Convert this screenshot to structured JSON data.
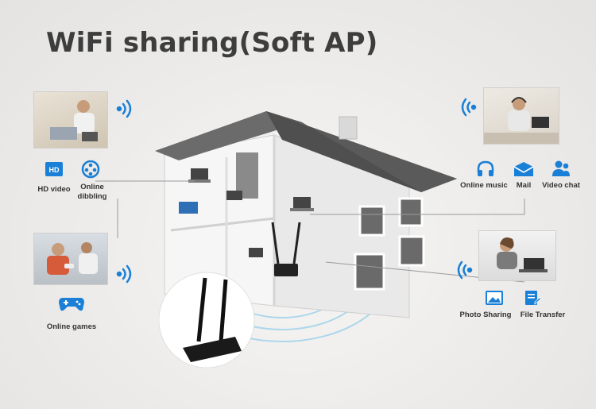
{
  "title": "WiFi sharing(Soft AP)",
  "colors": {
    "accent": "#1a7fd6",
    "text": "#333333",
    "roof": "#5a5a5a",
    "wall": "#f4f4f4"
  },
  "left_group_1": {
    "items": [
      {
        "label": "HD video",
        "icon": "hd-video-icon"
      },
      {
        "label": "Online\ndibbling",
        "icon": "film-reel-icon"
      }
    ]
  },
  "left_group_2": {
    "items": [
      {
        "label": "Online games",
        "icon": "gamepad-icon"
      }
    ]
  },
  "right_group_1": {
    "items": [
      {
        "label": "Online music",
        "icon": "headphones-icon"
      },
      {
        "label": "Mail",
        "icon": "mail-icon"
      },
      {
        "label": "Video chat",
        "icon": "video-chat-icon"
      }
    ]
  },
  "right_group_2": {
    "items": [
      {
        "label": "Photo Sharing",
        "icon": "photo-icon"
      },
      {
        "label": "File Transfer",
        "icon": "file-transfer-icon"
      }
    ]
  }
}
